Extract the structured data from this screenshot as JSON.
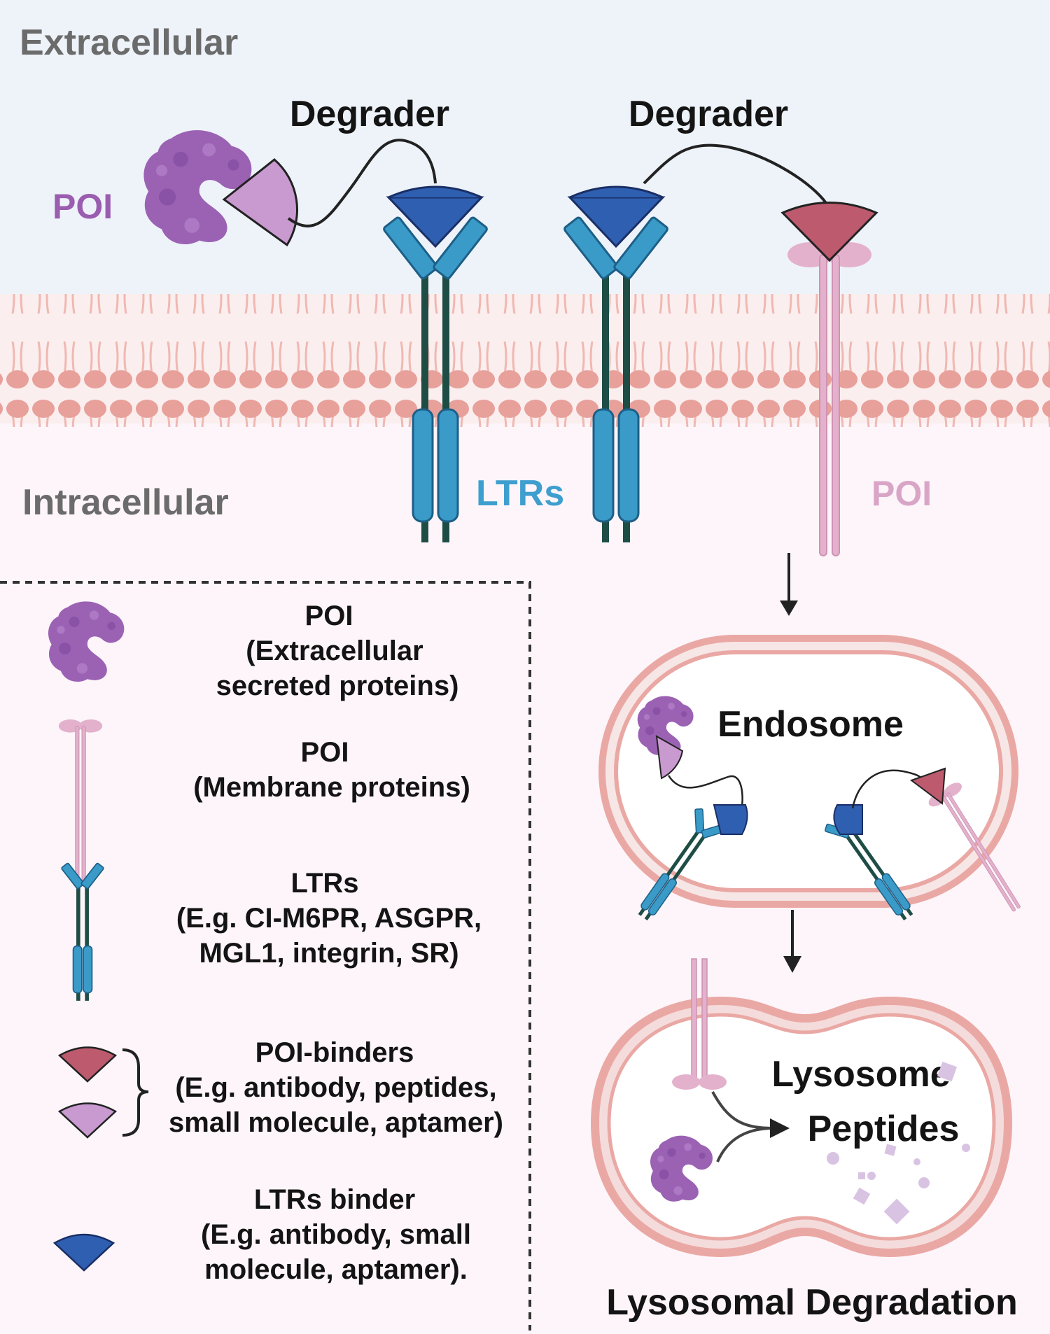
{
  "regions": {
    "extracellular": "Extracellular",
    "intracellular": "Intracellular"
  },
  "top": {
    "degrader_left": "Degrader",
    "degrader_right": "Degrader",
    "poi_left": "POI",
    "poi_right": "POI",
    "ltrs": "LTRs"
  },
  "flow": {
    "endosome": "Endosome",
    "lysosome": "Lysosome",
    "peptides": "Peptides",
    "caption": "Lysosomal Degradation"
  },
  "legend": {
    "items": [
      {
        "lines": [
          "POI",
          "(Extracellular",
          "secreted proteins)"
        ]
      },
      {
        "lines": [
          "POI",
          "(Membrane proteins)"
        ]
      },
      {
        "lines": [
          "LTRs",
          "(E.g. CI-M6PR, ASGPR,",
          "MGL1, integrin, SR)"
        ]
      },
      {
        "lines": [
          "POI-binders",
          "(E.g. antibody, peptides,",
          "small molecule, aptamer)"
        ]
      },
      {
        "lines": [
          "LTRs binder",
          "(E.g. antibody, small",
          "molecule, aptamer)."
        ]
      }
    ]
  },
  "colors": {
    "extracellular_bg": "#eef3fa",
    "intracellular_bg": "#fdf5f9",
    "lipid_head": "#e8a09a",
    "lipid_tail": "#f0b8b2",
    "ltr_blue": "#3a9ac8",
    "ltr_stem": "#1e4d46",
    "binder_blue": "#2f5fb0",
    "poi_purple": "#9b62b4",
    "poi_binder_light": "#c99ad0",
    "poi_binder_red": "#bd5a6e",
    "membrane_poi_pink": "#e3b1cc",
    "vesicle_wall": "#eaa8a4",
    "text_dark": "#141414",
    "text_grey": "#6b6b6b",
    "text_purple": "#9a5db0",
    "text_blue": "#3e9fcf",
    "text_pink": "#d9a5c7"
  }
}
